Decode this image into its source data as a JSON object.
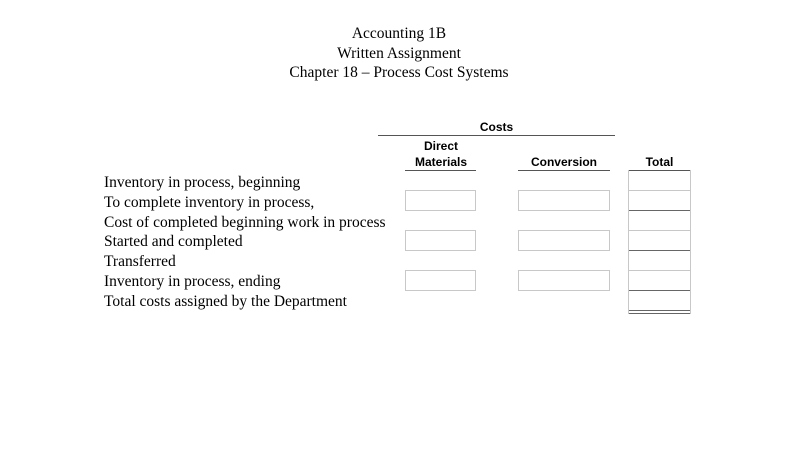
{
  "document": {
    "title_lines": [
      "Accounting 1B",
      "Written Assignment",
      "Chapter 18 – Process Cost Systems"
    ]
  },
  "table": {
    "group_header": "Costs",
    "columns": {
      "direct_materials": "Direct\nMaterials",
      "direct_materials_line1": "Direct",
      "direct_materials_line2": "Materials",
      "conversion": "Conversion",
      "total": "Total"
    },
    "rows": [
      {
        "label": "Inventory in process, beginning",
        "direct_materials": "",
        "conversion": "",
        "total": ""
      },
      {
        "label": "To complete inventory in process,",
        "direct_materials": "",
        "conversion": "",
        "total": ""
      },
      {
        "label": "Cost of completed beginning work in process",
        "direct_materials": null,
        "conversion": null,
        "total": ""
      },
      {
        "label": "Started and completed",
        "direct_materials": "",
        "conversion": "",
        "total": ""
      },
      {
        "label": "Transferred",
        "direct_materials": null,
        "conversion": null,
        "total": ""
      },
      {
        "label": "Inventory in process, ending",
        "direct_materials": "",
        "conversion": "",
        "total": ""
      },
      {
        "label": "Total costs assigned by the Department",
        "direct_materials": null,
        "conversion": null,
        "total": ""
      }
    ]
  }
}
